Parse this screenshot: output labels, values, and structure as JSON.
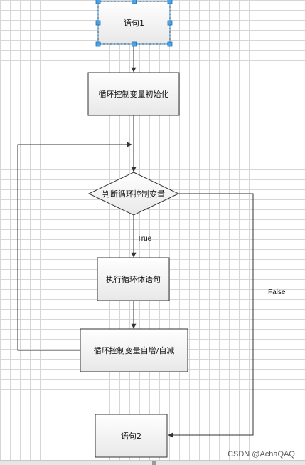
{
  "nodes": {
    "stmt1": "语句1",
    "init": "循环控制变量初始化",
    "cond": "判断循环控制变量",
    "body": "执行循环体语句",
    "update": "循环控制变量自增/自减",
    "stmt2": "语句2"
  },
  "edges": {
    "true_label": "True",
    "false_label": "False"
  },
  "watermark": "CSDN @AchaQAQ",
  "colors": {
    "stroke": "#333333",
    "selection_handle": "#2f8fd8",
    "box_fill_top": "#ffffff",
    "box_fill_bottom": "#e8e8e8"
  }
}
